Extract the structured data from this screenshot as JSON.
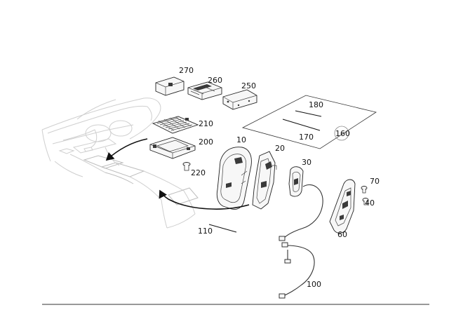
{
  "callouts": {
    "c10": "10",
    "c20": "20",
    "c30": "30",
    "c40": "40",
    "c60": "60",
    "c70": "70",
    "c100": "100",
    "c110": "110",
    "c160": "160",
    "c170": "170",
    "c180": "180",
    "c200": "200",
    "c210": "210",
    "c220": "220",
    "c250": "250",
    "c260": "260",
    "c270": "270"
  }
}
